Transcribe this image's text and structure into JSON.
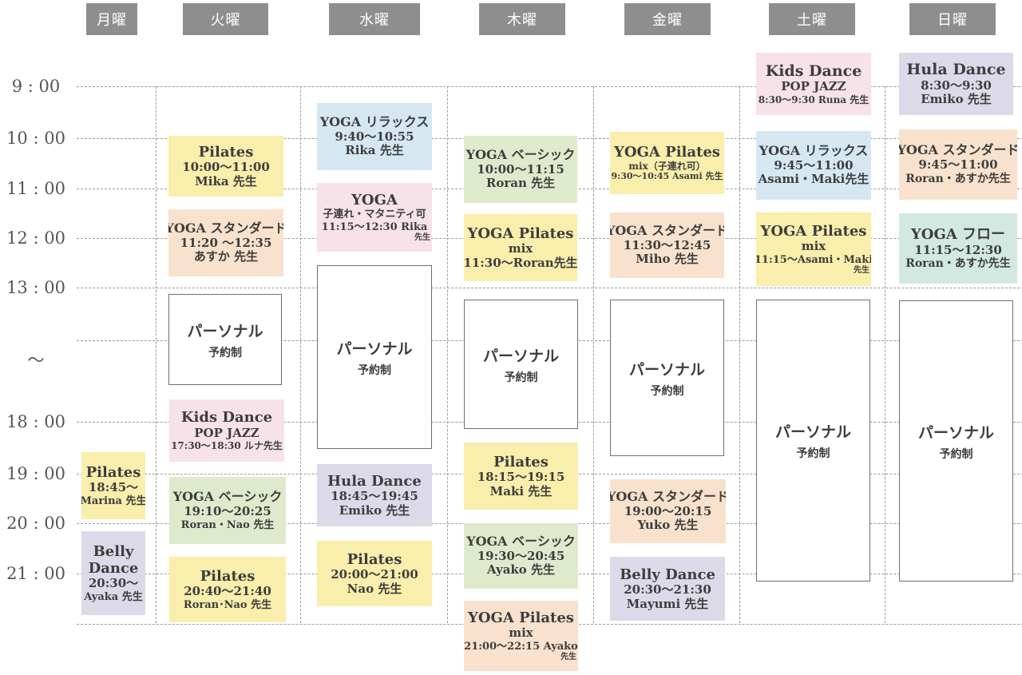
{
  "days": [
    "月曜",
    "火曜",
    "水曜",
    "木曜",
    "金曜",
    "土曜",
    "日曜"
  ],
  "times": {
    "t9": "9 : 00",
    "t10": "10 : 00",
    "t11": "11 : 00",
    "t12": "12 : 00",
    "t13": "13 : 00",
    "tilde": "～",
    "t18": "18 : 00",
    "t19": "19 : 00",
    "t20": "20 : 00",
    "t21": "21 : 00"
  },
  "personal": {
    "title": "パーソナル",
    "sub": "予約制"
  },
  "classes": {
    "mon_pilates": {
      "color": "yellow",
      "l1": "Pilates",
      "l2": "18:45～",
      "l3": "Marina 先生",
      "l4": ""
    },
    "mon_belly": {
      "color": "lav",
      "l1": "Belly",
      "l2": "Dance",
      "l3": "20:30～",
      "l4": "Ayaka 先生"
    },
    "tue_pilates1": {
      "color": "yellow",
      "l1": "Pilates",
      "l2": "10:00～11:00",
      "l3": "Mika 先生",
      "l4": ""
    },
    "tue_yoga_std": {
      "color": "orange",
      "l1": "YOGA スタンダード",
      "l2": "11:20 ～12:35",
      "l3": "あすか 先生",
      "l4": ""
    },
    "tue_kids": {
      "color": "pink",
      "l1": "Kids Dance",
      "l2": "POP JAZZ",
      "l3": "17:30～18:30 ルナ先生",
      "l4": ""
    },
    "tue_yoga_basic": {
      "color": "green",
      "l1": "YOGA ベーシック",
      "l2": "19:10～20:25",
      "l3": "Roran・Nao 先生",
      "l4": ""
    },
    "tue_pilates2": {
      "color": "yellow",
      "l1": "Pilates",
      "l2": "20:40～21:40",
      "l3": "Roran･Nao 先生",
      "l4": ""
    },
    "wed_yoga_relax": {
      "color": "blue",
      "l1": "YOGA リラックス",
      "l2": "9:40～10:55",
      "l3": "Rika 先生",
      "l4": ""
    },
    "wed_yoga_kids": {
      "color": "pink",
      "l1": "YOGA",
      "l2": "子連れ・マタニティ可",
      "l3": "11:15～12:30 Rika",
      "l4": "先生"
    },
    "wed_hula": {
      "color": "lav",
      "l1": "Hula Dance",
      "l2": "18:45～19:45",
      "l3": "Emiko 先生",
      "l4": ""
    },
    "wed_pilates": {
      "color": "yellow",
      "l1": "Pilates",
      "l2": "20:00～21:00",
      "l3": "Nao 先生",
      "l4": ""
    },
    "thu_yoga_basic1": {
      "color": "green",
      "l1": "YOGA ベーシック",
      "l2": "10:00～11:15",
      "l3": "Roran 先生",
      "l4": ""
    },
    "thu_yoga_pil": {
      "color": "yellow",
      "l1": "YOGA Pilates",
      "l2": "mix",
      "l3": "11:30～Roran先生",
      "l4": ""
    },
    "thu_pilates": {
      "color": "yellow",
      "l1": "Pilates",
      "l2": "18:15～19:15",
      "l3": "Maki 先生",
      "l4": ""
    },
    "thu_yoga_basic2": {
      "color": "green",
      "l1": "YOGA ベーシック",
      "l2": "19:30～20:45",
      "l3": "Ayako 先生",
      "l4": ""
    },
    "thu_yoga_pil2": {
      "color": "orange",
      "l1": "YOGA Pilates",
      "l2": "mix",
      "l3": "21:00～22:15 Ayako",
      "l4": "先生"
    },
    "fri_yoga_pil": {
      "color": "yellow",
      "l1": "YOGA Pilates",
      "l2": "mix（子連れ可）",
      "l3": "9:30～10:45 Asami 先生",
      "l4": ""
    },
    "fri_yoga_std1": {
      "color": "orange",
      "l1": "YOGA スタンダード",
      "l2": "11:30～12:45",
      "l3": "Miho 先生",
      "l4": ""
    },
    "fri_yoga_std2": {
      "color": "orange",
      "l1": "YOGA スタンダード",
      "l2": "19:00～20:15",
      "l3": "Yuko 先生",
      "l4": ""
    },
    "fri_belly": {
      "color": "lav",
      "l1": "Belly Dance",
      "l2": "20:30～21:30",
      "l3": "Mayumi 先生",
      "l4": ""
    },
    "sat_kids": {
      "color": "pink",
      "l1": "Kids Dance",
      "l2": "POP JAZZ",
      "l3": "8:30～9:30 Runa 先生",
      "l4": ""
    },
    "sat_yoga_relax": {
      "color": "blue",
      "l1": "YOGA リラックス",
      "l2": "9:45～11:00",
      "l3": "Asami・Maki先生",
      "l4": ""
    },
    "sat_yoga_pil": {
      "color": "yellow",
      "l1": "YOGA Pilates",
      "l2": "mix",
      "l3": "11:15～Asami・Maki",
      "l4": "先生"
    },
    "sun_hula": {
      "color": "lav",
      "l1": "Hula Dance",
      "l2": "8:30～9:30",
      "l3": "Emiko 先生",
      "l4": ""
    },
    "sun_yoga_std": {
      "color": "orange",
      "l1": "YOGA スタンダード",
      "l2": "9:45～11:00",
      "l3": "Roran・あすか先生",
      "l4": ""
    },
    "sun_yoga_flow": {
      "color": "teal",
      "l1": "YOGA フロー",
      "l2": "11:15～12:30",
      "l3": "Roran・あすか先生",
      "l4": ""
    }
  }
}
